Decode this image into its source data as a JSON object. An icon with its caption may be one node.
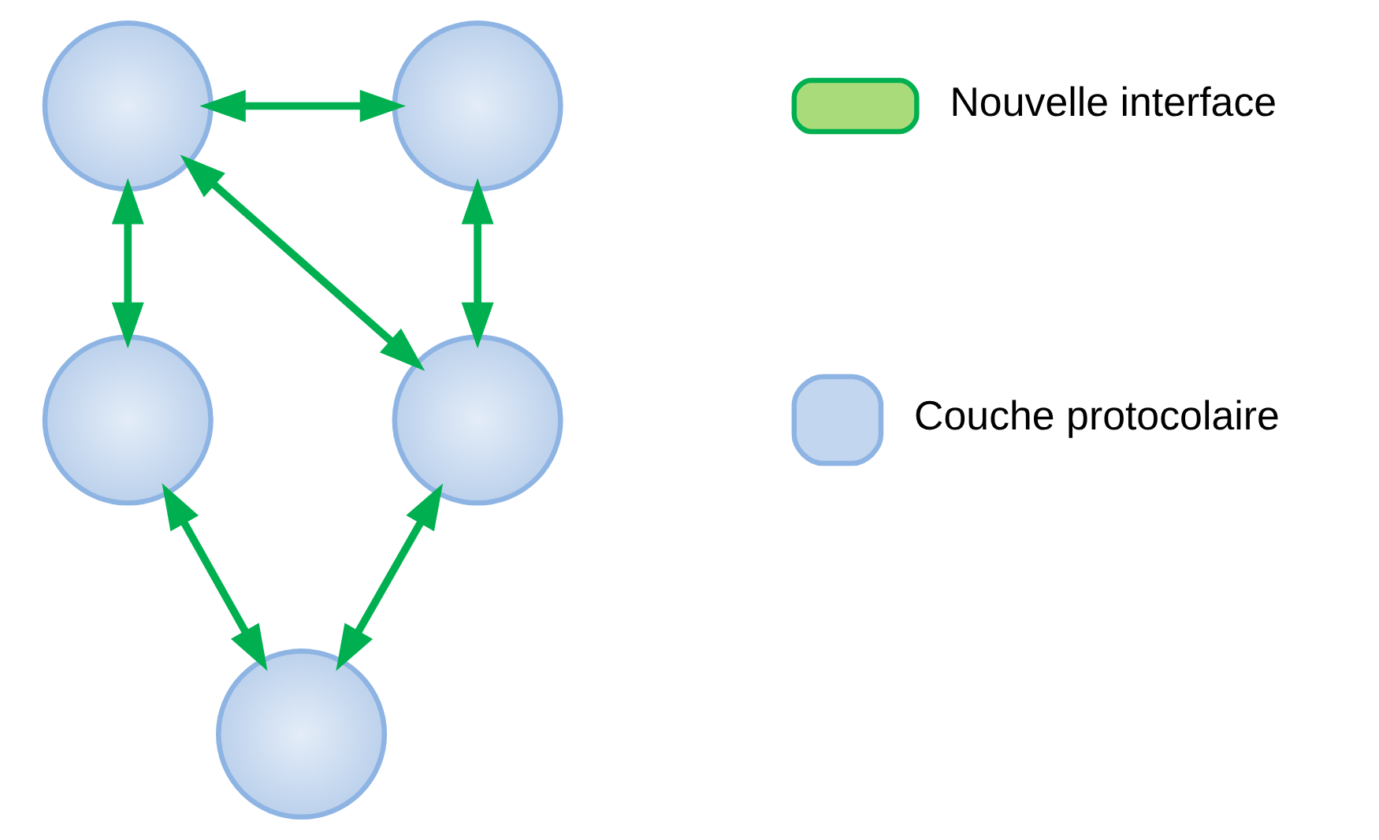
{
  "diagram": {
    "nodes": [
      {
        "text": [],
        "shape": "circle"
      },
      {
        "text": [],
        "shape": "circle"
      },
      {
        "text": [],
        "shape": "circle"
      },
      {
        "text": [],
        "shape": "circle"
      },
      {
        "text": [],
        "shape": "circle"
      }
    ],
    "edges": [
      {
        "from": 0,
        "to": 1,
        "arrow": "both"
      },
      {
        "from": 0,
        "to": 2,
        "arrow": "both"
      },
      {
        "from": 0,
        "to": 3,
        "arrow": "both"
      },
      {
        "from": 1,
        "to": 3,
        "arrow": "both"
      },
      {
        "from": 2,
        "to": 4,
        "arrow": "both"
      },
      {
        "from": 3,
        "to": 4,
        "arrow": "both"
      }
    ],
    "legend": [
      {
        "text": "Nouvelle interface"
      },
      {
        "text": "Couche protocolaire"
      }
    ]
  }
}
